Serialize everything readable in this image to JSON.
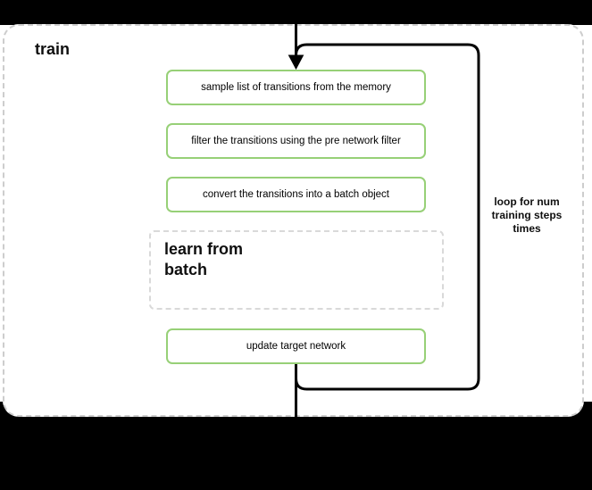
{
  "diagram": {
    "title": "train",
    "steps": [
      {
        "label": "sample list of transitions from the memory"
      },
      {
        "label": "filter the transitions using the pre network filter"
      },
      {
        "label": "convert the transitions into a batch object"
      }
    ],
    "subprocess": {
      "line1": "learn from",
      "line2": "batch"
    },
    "final_step": {
      "label": "update target network"
    },
    "loop_annotation": {
      "line1": "loop for num",
      "line2": "training steps",
      "line3": "times"
    },
    "colors": {
      "step_border": "#97d077",
      "container_border": "#cdcdcd",
      "subprocess_border": "#d9d9d9",
      "connector": "#000000",
      "letterbox": "#000000",
      "node_fill": "#ffffff"
    }
  }
}
